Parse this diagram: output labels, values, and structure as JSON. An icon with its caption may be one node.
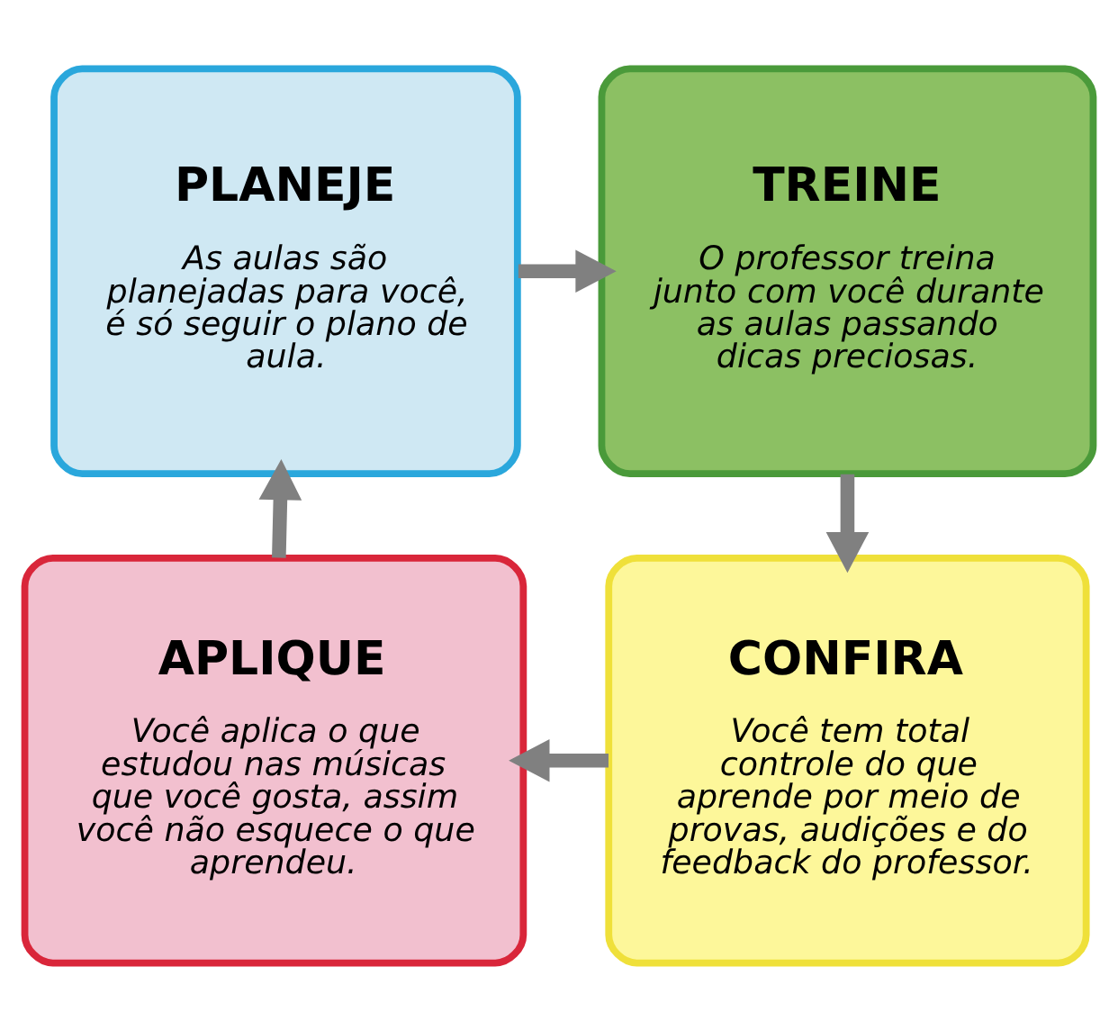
{
  "diagram": {
    "nodes": [
      {
        "text": [
          "PLANEJE",
          "As aulas são planejadas para você, é só seguir o plano de aula."
        ]
      },
      {
        "text": [
          "TREINE",
          "O professor treina junto com você durante as aulas passando dicas preciosas."
        ]
      },
      {
        "text": [
          "CONFIRA",
          "Você tem total controle do que aprende por meio de provas, audições e do feedback do professor."
        ]
      },
      {
        "text": [
          "APLIQUE",
          "Você aplica o que estudou nas músicas que você gosta, assim você não esquece o que aprendeu."
        ]
      }
    ],
    "edges": [
      {
        "from": 0,
        "to": 1,
        "arrow": "to"
      },
      {
        "from": 1,
        "to": 2,
        "arrow": "to"
      },
      {
        "from": 2,
        "to": 3,
        "arrow": "to"
      },
      {
        "from": 3,
        "to": 0,
        "arrow": "to"
      }
    ]
  }
}
